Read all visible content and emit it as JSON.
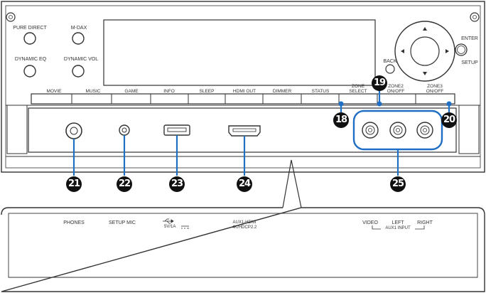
{
  "top_left_buttons": [
    {
      "label": "PURE DIRECT"
    },
    {
      "label": "M-DAX"
    },
    {
      "label": "DYNAMIC EQ"
    },
    {
      "label": "DYNAMIC VOL"
    }
  ],
  "nav": {
    "back_label": "BACK",
    "enter_label": "ENTER",
    "setup_label": "SETUP"
  },
  "bar_buttons": [
    {
      "label": "MOVIE"
    },
    {
      "label": "MUSIC"
    },
    {
      "label": "GAME"
    },
    {
      "label": "INFO"
    },
    {
      "label": "SLEEP"
    },
    {
      "label": "HDMI OUT"
    },
    {
      "label": "DIMMER"
    },
    {
      "label": "STATUS"
    },
    {
      "label": "ZONE",
      "label2": "SELECT"
    },
    {
      "label": "ZONE2",
      "label2": "ON/OFF"
    },
    {
      "label": "ZONE3",
      "label2": "ON/OFF"
    }
  ],
  "callouts": {
    "c18": "18",
    "c19": "19",
    "c20": "20",
    "c21": "21",
    "c22": "22",
    "c23": "23",
    "c24": "24",
    "c25": "25"
  },
  "detail_labels": {
    "phones": "PHONES",
    "setup_mic": "SETUP MIC",
    "usb_rating": "5V/1A",
    "aux_hdmi": "AUX1-HDMI",
    "aux_hdcp": "4K/HDCP2.2",
    "video": "VIDEO",
    "left": "LEFT",
    "right": "RIGHT",
    "aux1_input": "AUX1 INPUT"
  },
  "colors": {
    "accent": "#1f6fc4",
    "line": "#333333",
    "callout": "#111111"
  }
}
